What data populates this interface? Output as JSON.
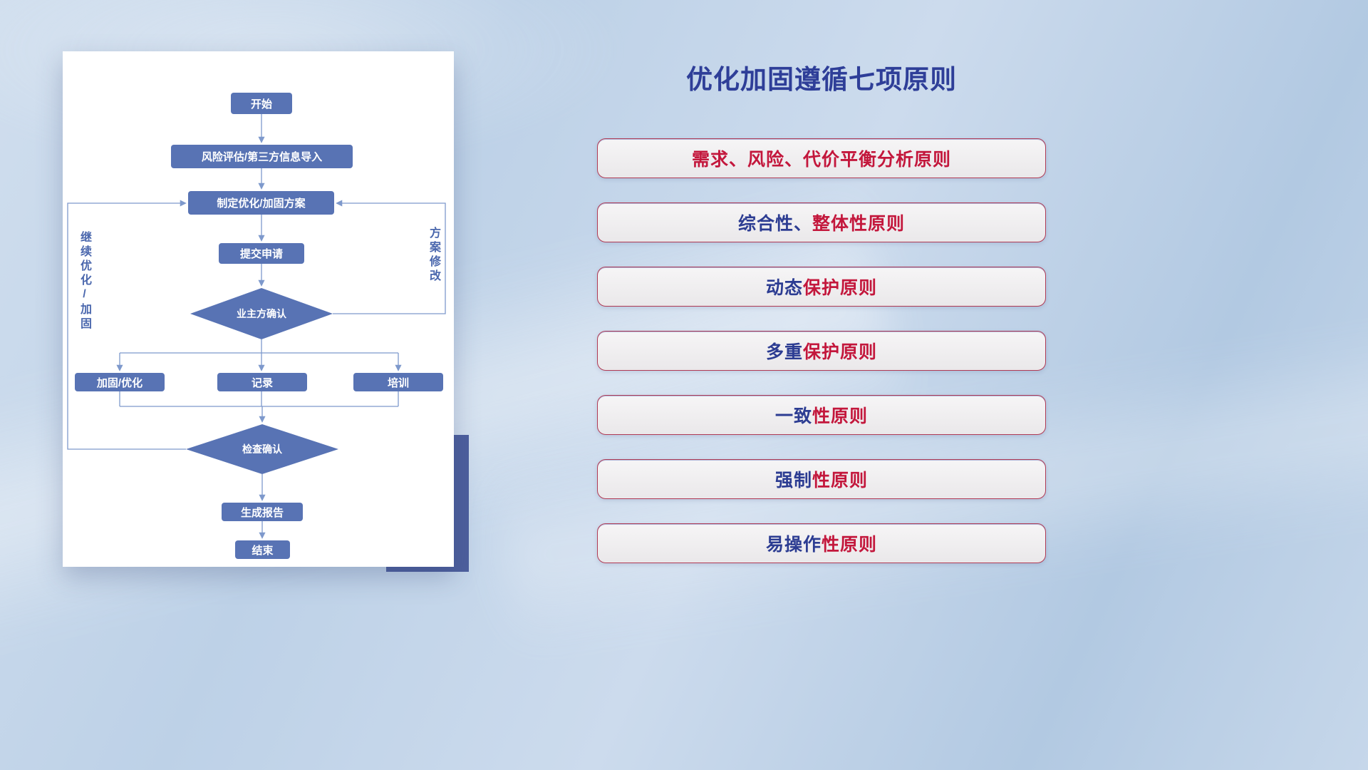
{
  "title": "优化加固遵循七项原则",
  "flowchart": {
    "nodes": {
      "start": "开始",
      "risk": "风险评估/第三方信息导入",
      "plan": "制定优化/加固方案",
      "submit": "提交申请",
      "owner_confirm": "业主方确认",
      "reinforce": "加固/优化",
      "record": "记录",
      "training": "培训",
      "check": "检查确认",
      "report": "生成报告",
      "end": "结束"
    },
    "labels": {
      "left_loop": "继续优化/加固",
      "right_loop": "方案修改"
    }
  },
  "principles": [
    {
      "parts": [
        {
          "text": "需求、风险、代价平衡分析原则",
          "color": "red"
        }
      ]
    },
    {
      "parts": [
        {
          "text": "综合性、",
          "color": "blue"
        },
        {
          "text": "整体性原则",
          "color": "red"
        }
      ]
    },
    {
      "parts": [
        {
          "text": "动态",
          "color": "blue"
        },
        {
          "text": "保护原则",
          "color": "red"
        }
      ]
    },
    {
      "parts": [
        {
          "text": "多重",
          "color": "blue"
        },
        {
          "text": "保护原则",
          "color": "red"
        }
      ]
    },
    {
      "parts": [
        {
          "text": "一致",
          "color": "blue"
        },
        {
          "text": "性原则",
          "color": "red"
        }
      ]
    },
    {
      "parts": [
        {
          "text": "强制",
          "color": "blue"
        },
        {
          "text": "性原则",
          "color": "red"
        }
      ]
    },
    {
      "parts": [
        {
          "text": "易操作",
          "color": "blue"
        },
        {
          "text": "性原则",
          "color": "red"
        }
      ]
    }
  ],
  "colors": {
    "blue": "#2c3c92",
    "red": "#c3173c",
    "title": "#2e3e98",
    "node_fill": "#5873b4",
    "line": "#7e99cc",
    "line_dark": "#4a67ad",
    "accent_block": "#4d5f9d",
    "principle_border": "#b03a54"
  }
}
